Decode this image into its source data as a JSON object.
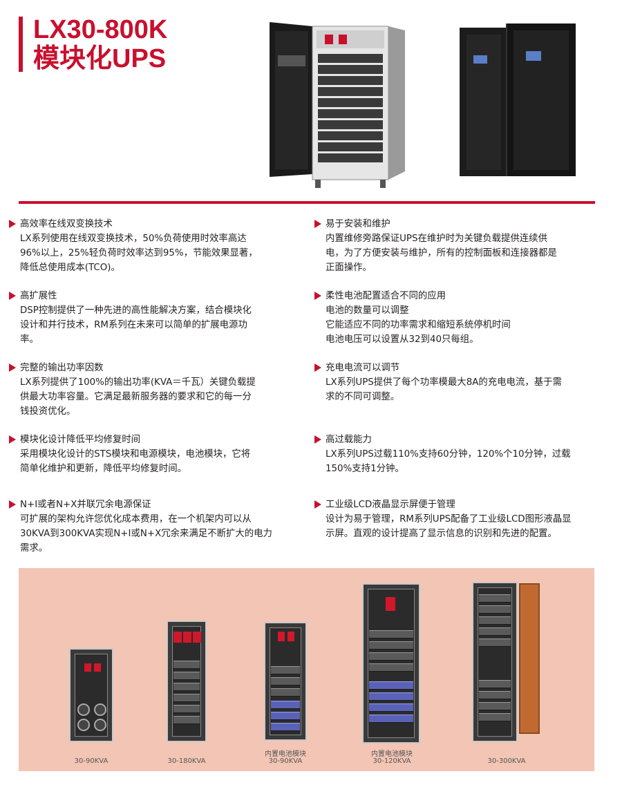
{
  "title": {
    "line1": "LX30-800K",
    "line2": "模块化UPS"
  },
  "features_left": [
    {
      "heading": "高效率在线双变换技术",
      "lines": [
        "LX系列使用在线双变换技术，50%负荷使用时效率高达",
        "96%以上，25%轻负荷时效率达到95%，节能效果显著，",
        "降低总使用成本(TCO)。"
      ]
    },
    {
      "heading": "高扩展性",
      "lines": [
        "DSP控制提供了一种先进的高性能解决方案，结合模块化",
        "设计和并行技术，RM系列在未来可以简单的扩展电源功",
        "率。"
      ]
    },
    {
      "heading": "完整的输出功率因数",
      "lines": [
        "LX系列提供了100%的输出功率(KVA＝千瓦）关键负载提",
        "供最大功率容量。它满足最新服务器的要求和它的每一分",
        "钱投资优化。"
      ]
    },
    {
      "heading": "模块化设计降低平均修复时间",
      "lines": [
        "采用模块化设计的STS模块和电源模块，电池模块，它将",
        "简单化维护和更新，降低平均修复时间。"
      ]
    },
    {
      "heading": "N+I或者N+X并联冗余电源保证",
      "lines": [
        "可扩展的架构允许您优化成本费用，在一个机架内可以从",
        "30KVA到300KVA实现N+I或N+X冗余来满足不断扩大的电力",
        "需求。"
      ]
    }
  ],
  "features_right": [
    {
      "heading": "易于安装和维护",
      "lines": [
        "内置维修旁路保证UPS在维护时为关键负载提供连续供",
        "电，为了方便安装与维护，所有的控制面板和连接器都是",
        "正面操作。"
      ]
    },
    {
      "heading": "柔性电池配置适合不同的应用",
      "lines": [
        "电池的数量可以调整",
        "它能适应不同的功率需求和缩短系统停机时间",
        "电池电压可以设置从32到40只每组。"
      ]
    },
    {
      "heading": "充电电流可以调节",
      "lines": [
        "LX系列UPS提供了每个功率模最大8A的充电电流，基于需",
        "求的不同可调整。"
      ]
    },
    {
      "heading": "高过载能力",
      "lines": [
        "LX系列UPS过载110%支持60分钟，120%个10分钟，过载",
        "150%支持1分钟。"
      ]
    },
    {
      "heading": "工业级LCD液晶显示屏便于管理",
      "lines": [
        "设计为易于管理，RM系列UPS配备了工业级LCD图形液晶显",
        "示屏。直观的设计提高了显示信息的识别和先进的配置。"
      ]
    }
  ],
  "cabinets": [
    {
      "sub": "",
      "label": "30-90KVA"
    },
    {
      "sub": "",
      "label": "30-180KVA"
    },
    {
      "sub": "内置电池模块",
      "label": "30-90KVA"
    },
    {
      "sub": "内置电池模块",
      "label": "30-120KVA"
    },
    {
      "sub": "",
      "label": "30-300KVA"
    }
  ],
  "colors": {
    "accent": "#c8102e",
    "panel": "#f3c5b5"
  }
}
